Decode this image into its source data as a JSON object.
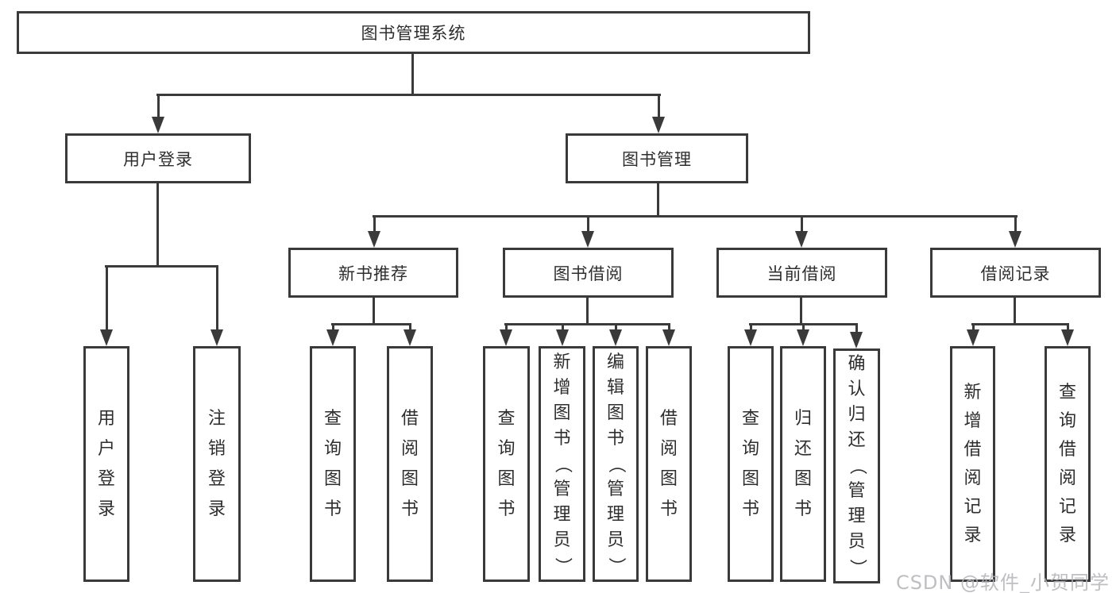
{
  "diagram": {
    "colors": {
      "line": "#3a3a3a",
      "text": "#2e2e2e",
      "box_fill": "#ffffff",
      "watermark": "#b3b3b9"
    },
    "nodes": {
      "root": "图书管理系统",
      "user_login": "用户登录",
      "book_mgmt": "图书管理",
      "new_book_rec": "新书推荐",
      "book_borrow": "图书借阅",
      "current_borrow": "当前借阅",
      "borrow_records": "借阅记录",
      "ul_user_login": "用户登录",
      "ul_logout": "注销登录",
      "nbr_query_books": "查询图书",
      "nbr_borrow_books": "借阅图书",
      "bb_query_books": "查询图书",
      "bb_add_books": "新增图书（管理员）",
      "bb_edit_books": "编辑图书（管理员）",
      "bb_borrow_books": "借阅图书",
      "cb_query_books": "查询图书",
      "cb_return_books": "归还图书",
      "cb_confirm_return": "确认归还（管理员）",
      "br_add_record": "新增借阅记录",
      "br_query_record": "查询借阅记录"
    },
    "watermark": "CSDN @软件_小贺同学"
  }
}
